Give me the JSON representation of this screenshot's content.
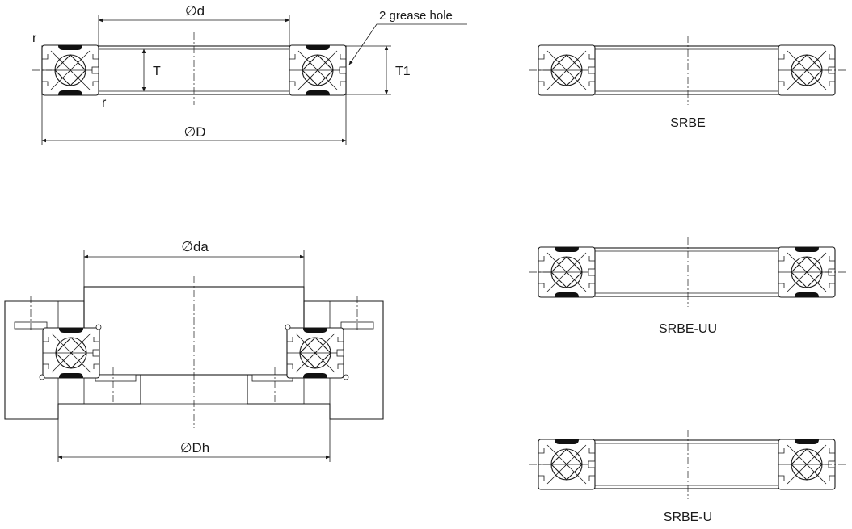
{
  "colors": {
    "ink": "#1a1a1a",
    "seal": "#111111",
    "background": "#ffffff"
  },
  "top_drawing": {
    "label_d": "∅d",
    "label_D": "∅D",
    "label_T": "T",
    "label_T1": "T1",
    "label_r_top": "r",
    "label_r_bottom": "r",
    "label_grease": "2 grease hole"
  },
  "mount_drawing": {
    "label_da": "∅da",
    "label_Dh": "∅Dh"
  },
  "variants": [
    {
      "caption": "SRBE",
      "seals": "none"
    },
    {
      "caption": "SRBE-UU",
      "seals": "both"
    },
    {
      "caption": "SRBE-U",
      "seals": "top"
    }
  ]
}
